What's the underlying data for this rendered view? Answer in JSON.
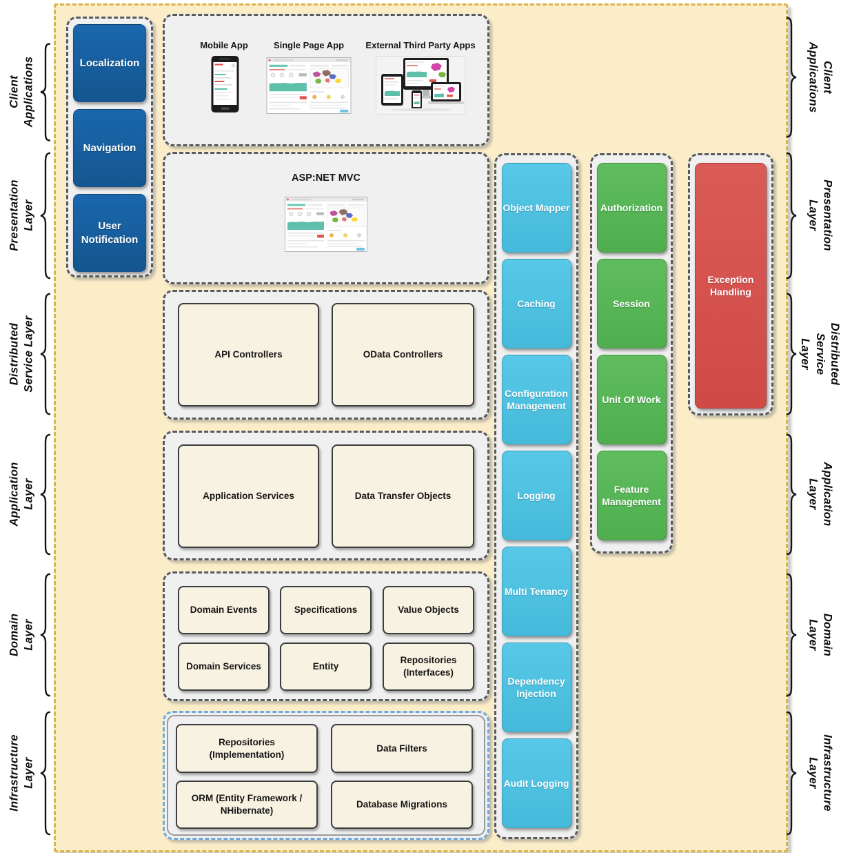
{
  "side_labels": {
    "left": [
      "Client\nApplications",
      "Presentation\nLayer",
      "Distributed\nService Layer",
      "Application\nLayer",
      "Domain\nLayer",
      "Infrastructure\nLayer"
    ],
    "right": [
      "Client\nApplications",
      "Presentation\nLayer",
      "Distributed\nService Layer",
      "Application\nLayer",
      "Domain\nLayer",
      "Infrastructure\nLayer"
    ]
  },
  "ui_services": [
    "Localization",
    "Navigation",
    "User\nNotification"
  ],
  "client_applications": {
    "items": [
      "Mobile App",
      "Single Page App",
      "External Third Party Apps"
    ]
  },
  "presentation_layer": {
    "title": "ASP:NET MVC"
  },
  "distributed_service_layer": {
    "items": [
      "API Controllers",
      "OData Controllers"
    ]
  },
  "application_layer": {
    "items": [
      "Application Services",
      "Data Transfer Objects"
    ]
  },
  "domain_layer": {
    "items": [
      "Domain Events",
      "Specifications",
      "Value Objects",
      "Domain Services",
      "Entity",
      "Repositories\n(Interfaces)"
    ]
  },
  "infrastructure_layer": {
    "items": [
      "Repositories (Implementation)",
      "Data Filters",
      "ORM (Entity Framework /\nNHibernate)",
      "Database Migrations"
    ]
  },
  "cross_cutting": {
    "framework_services": [
      "Object Mapper",
      "Caching",
      "Configuration\nManagement",
      "Logging",
      "Multi Tenancy",
      "Dependency\nInjection",
      "Audit Logging"
    ],
    "session_services": [
      "Authorization",
      "Session",
      "Unit Of Work",
      "Feature\nManagement"
    ],
    "error_services": [
      "Exception\nHandling"
    ]
  },
  "colors": {
    "canvas_bg": "#FBEDC8",
    "canvas_border": "#D9B44A",
    "group_bg": "#F0F0F0",
    "group_border": "#595959",
    "infrastructure_border": "#6FA8DC",
    "navy": "#15599E",
    "cyan": "#4EC1E2",
    "green": "#55B455",
    "red": "#D65350",
    "cream": "#F7F2E2"
  }
}
